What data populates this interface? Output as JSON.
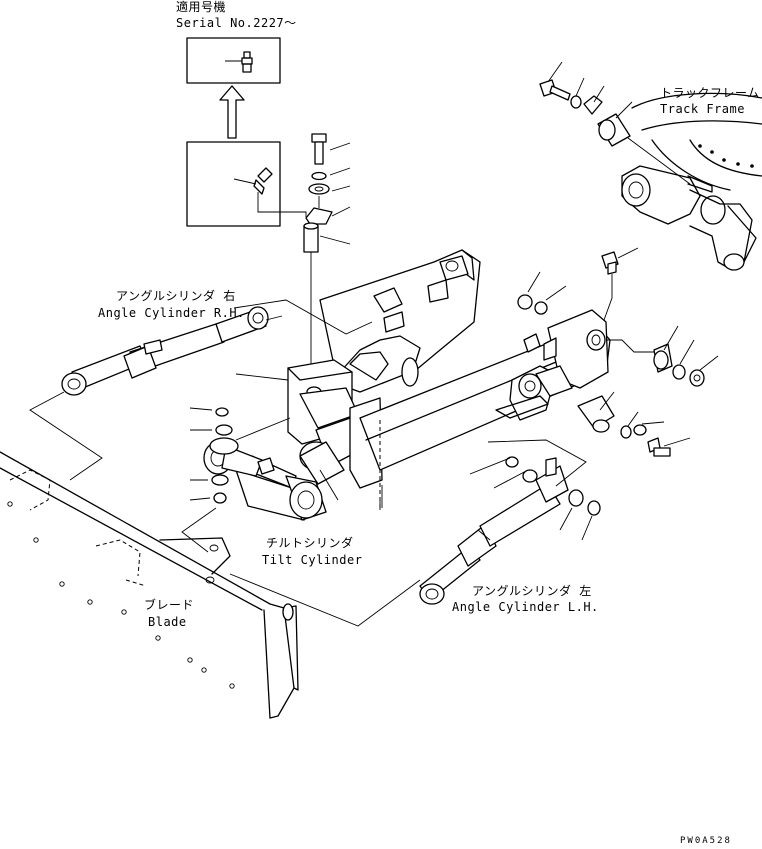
{
  "serial_note": {
    "jp": "適用号機",
    "en": "Serial No.2227～"
  },
  "labels": {
    "track_frame_jp": "トラックフレーム",
    "track_frame_en": "Track Frame",
    "angle_rh_jp": "アングルシリンダ 右",
    "angle_rh_en": "Angle Cylinder R.H.",
    "tilt_jp": "チルトシリンダ",
    "tilt_en": "Tilt Cylinder",
    "angle_lh_jp": "アングルシリンダ 左",
    "angle_lh_en": "Angle Cylinder L.H.",
    "blade_jp": "ブレード",
    "blade_en": "Blade"
  },
  "drawing_code": "PW0A528"
}
